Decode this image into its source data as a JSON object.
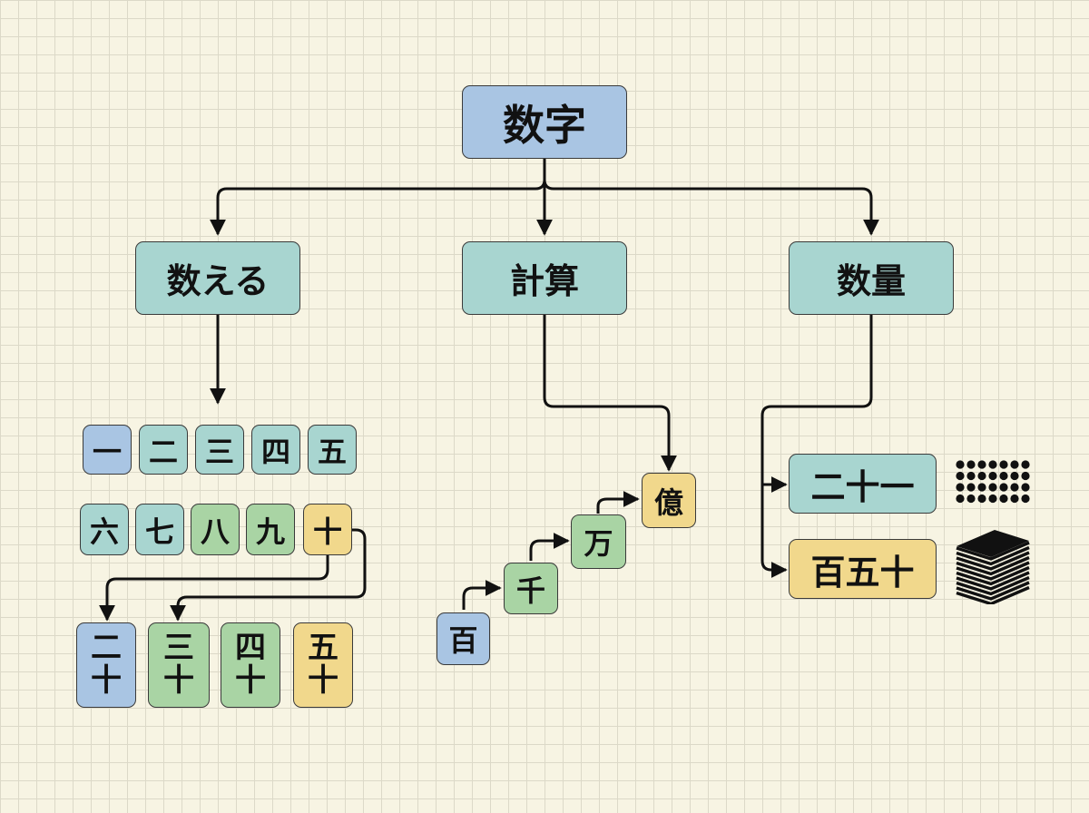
{
  "root": {
    "label": "数字"
  },
  "branches": {
    "count": "数える",
    "calc": "計算",
    "quantity": "数量"
  },
  "numerals": {
    "row1": [
      "一",
      "二",
      "三",
      "四",
      "五"
    ],
    "row2": [
      "六",
      "七",
      "八",
      "九",
      "十"
    ],
    "tens": [
      {
        "top": "二",
        "bottom": "十"
      },
      {
        "top": "三",
        "bottom": "十"
      },
      {
        "top": "四",
        "bottom": "十"
      },
      {
        "top": "五",
        "bottom": "十"
      }
    ]
  },
  "units": [
    "百",
    "千",
    "万",
    "億"
  ],
  "examples": [
    "二十一",
    "百五十"
  ],
  "icons": {
    "dots": "dot-grid-icon",
    "stack": "paper-stack-icon"
  },
  "colors": {
    "blue": "#a9c5e3",
    "teal": "#a8d5d0",
    "green": "#a9d4a4",
    "yellow": "#f1d88c"
  }
}
